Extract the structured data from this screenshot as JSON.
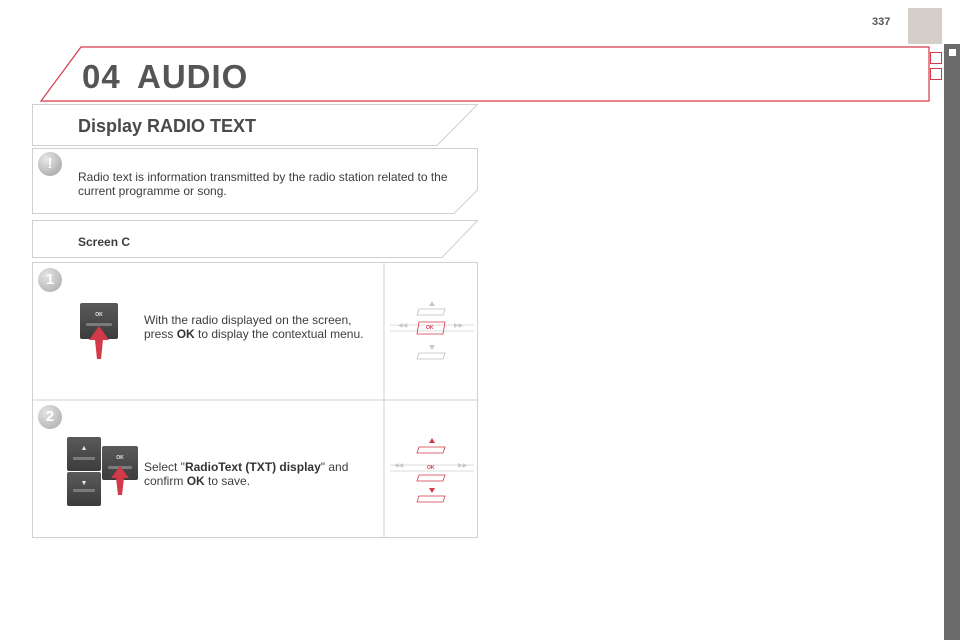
{
  "page": {
    "number": "337"
  },
  "chapter": {
    "number": "04",
    "title": "AUDIO"
  },
  "section": {
    "title": "Display RADIO TEXT"
  },
  "info": {
    "text": "Radio text is information transmitted by the radio station related to the current programme or song."
  },
  "screen": {
    "label": "Screen C"
  },
  "steps": [
    {
      "number": "1",
      "text_1": "With the radio displayed on the screen, press ",
      "bold_1": "OK",
      "text_2": " to display the contextual menu."
    },
    {
      "number": "2",
      "text_1": "Select \"",
      "bold_1": "RadioText (TXT) display",
      "text_2": "\" and confirm ",
      "bold_2": "OK",
      "text_3": " to save."
    }
  ],
  "keys": {
    "ok_label": "OK",
    "up_glyph": "▲",
    "down_glyph": "▼"
  },
  "diagram": {
    "ok_label": "OK"
  },
  "colors": {
    "accent": "#d23a4a",
    "gray_text": "#555555",
    "panel_border": "#d0d0d0",
    "strip": "#6b6b6b"
  }
}
